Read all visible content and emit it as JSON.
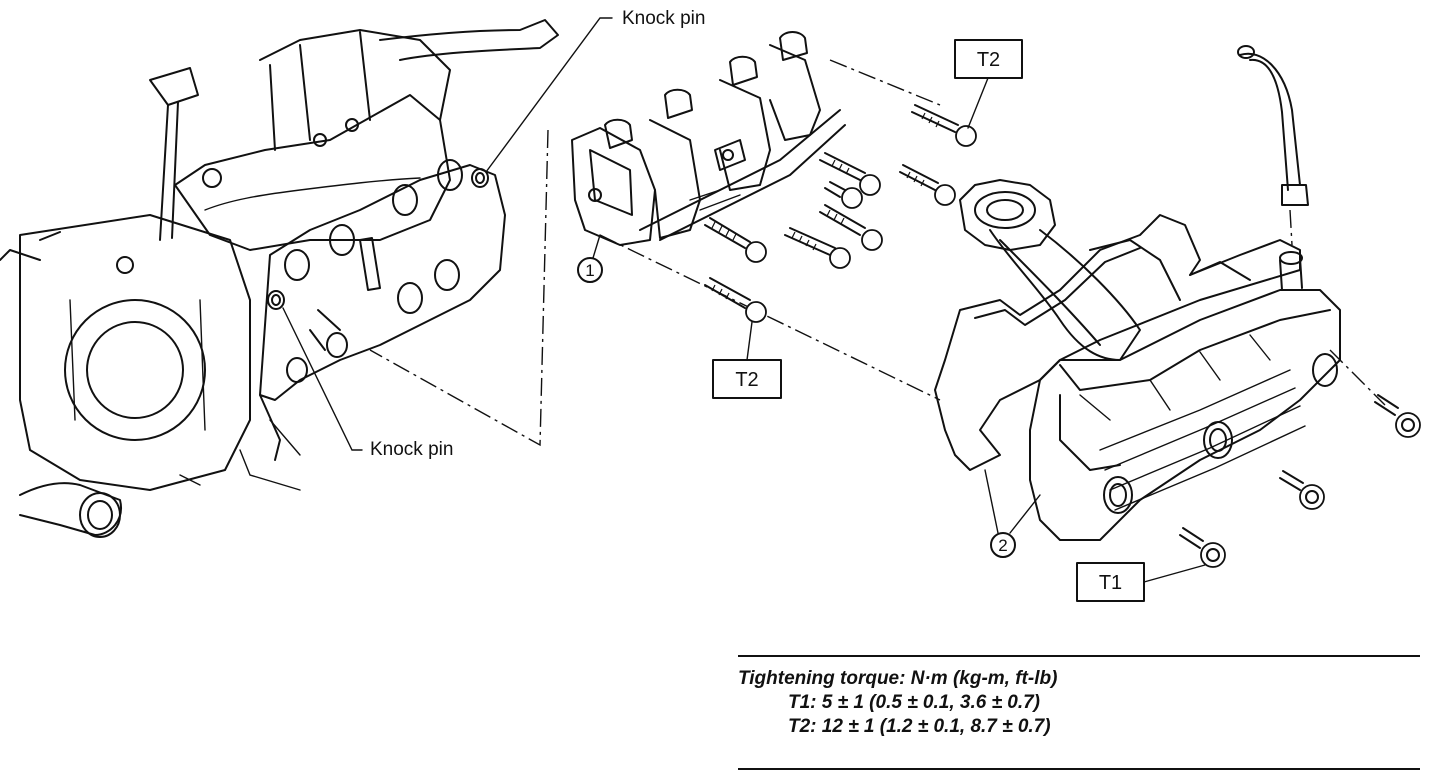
{
  "labels": {
    "knock_pin_top": "Knock pin",
    "knock_pin_bottom": "Knock pin",
    "t2_top": "T2",
    "t2_middle": "T2",
    "t1": "T1",
    "part_1": "1",
    "part_2": "2"
  },
  "torque": {
    "heading": "Tightening torque: N·m (kg-m, ft-lb)",
    "t1": "T1: 5 ± 1 (0.5 ± 0.1, 3.6 ± 0.7)",
    "t2": "T2: 12 ± 1 (1.2 ± 0.1, 8.7 ± 0.7)"
  }
}
